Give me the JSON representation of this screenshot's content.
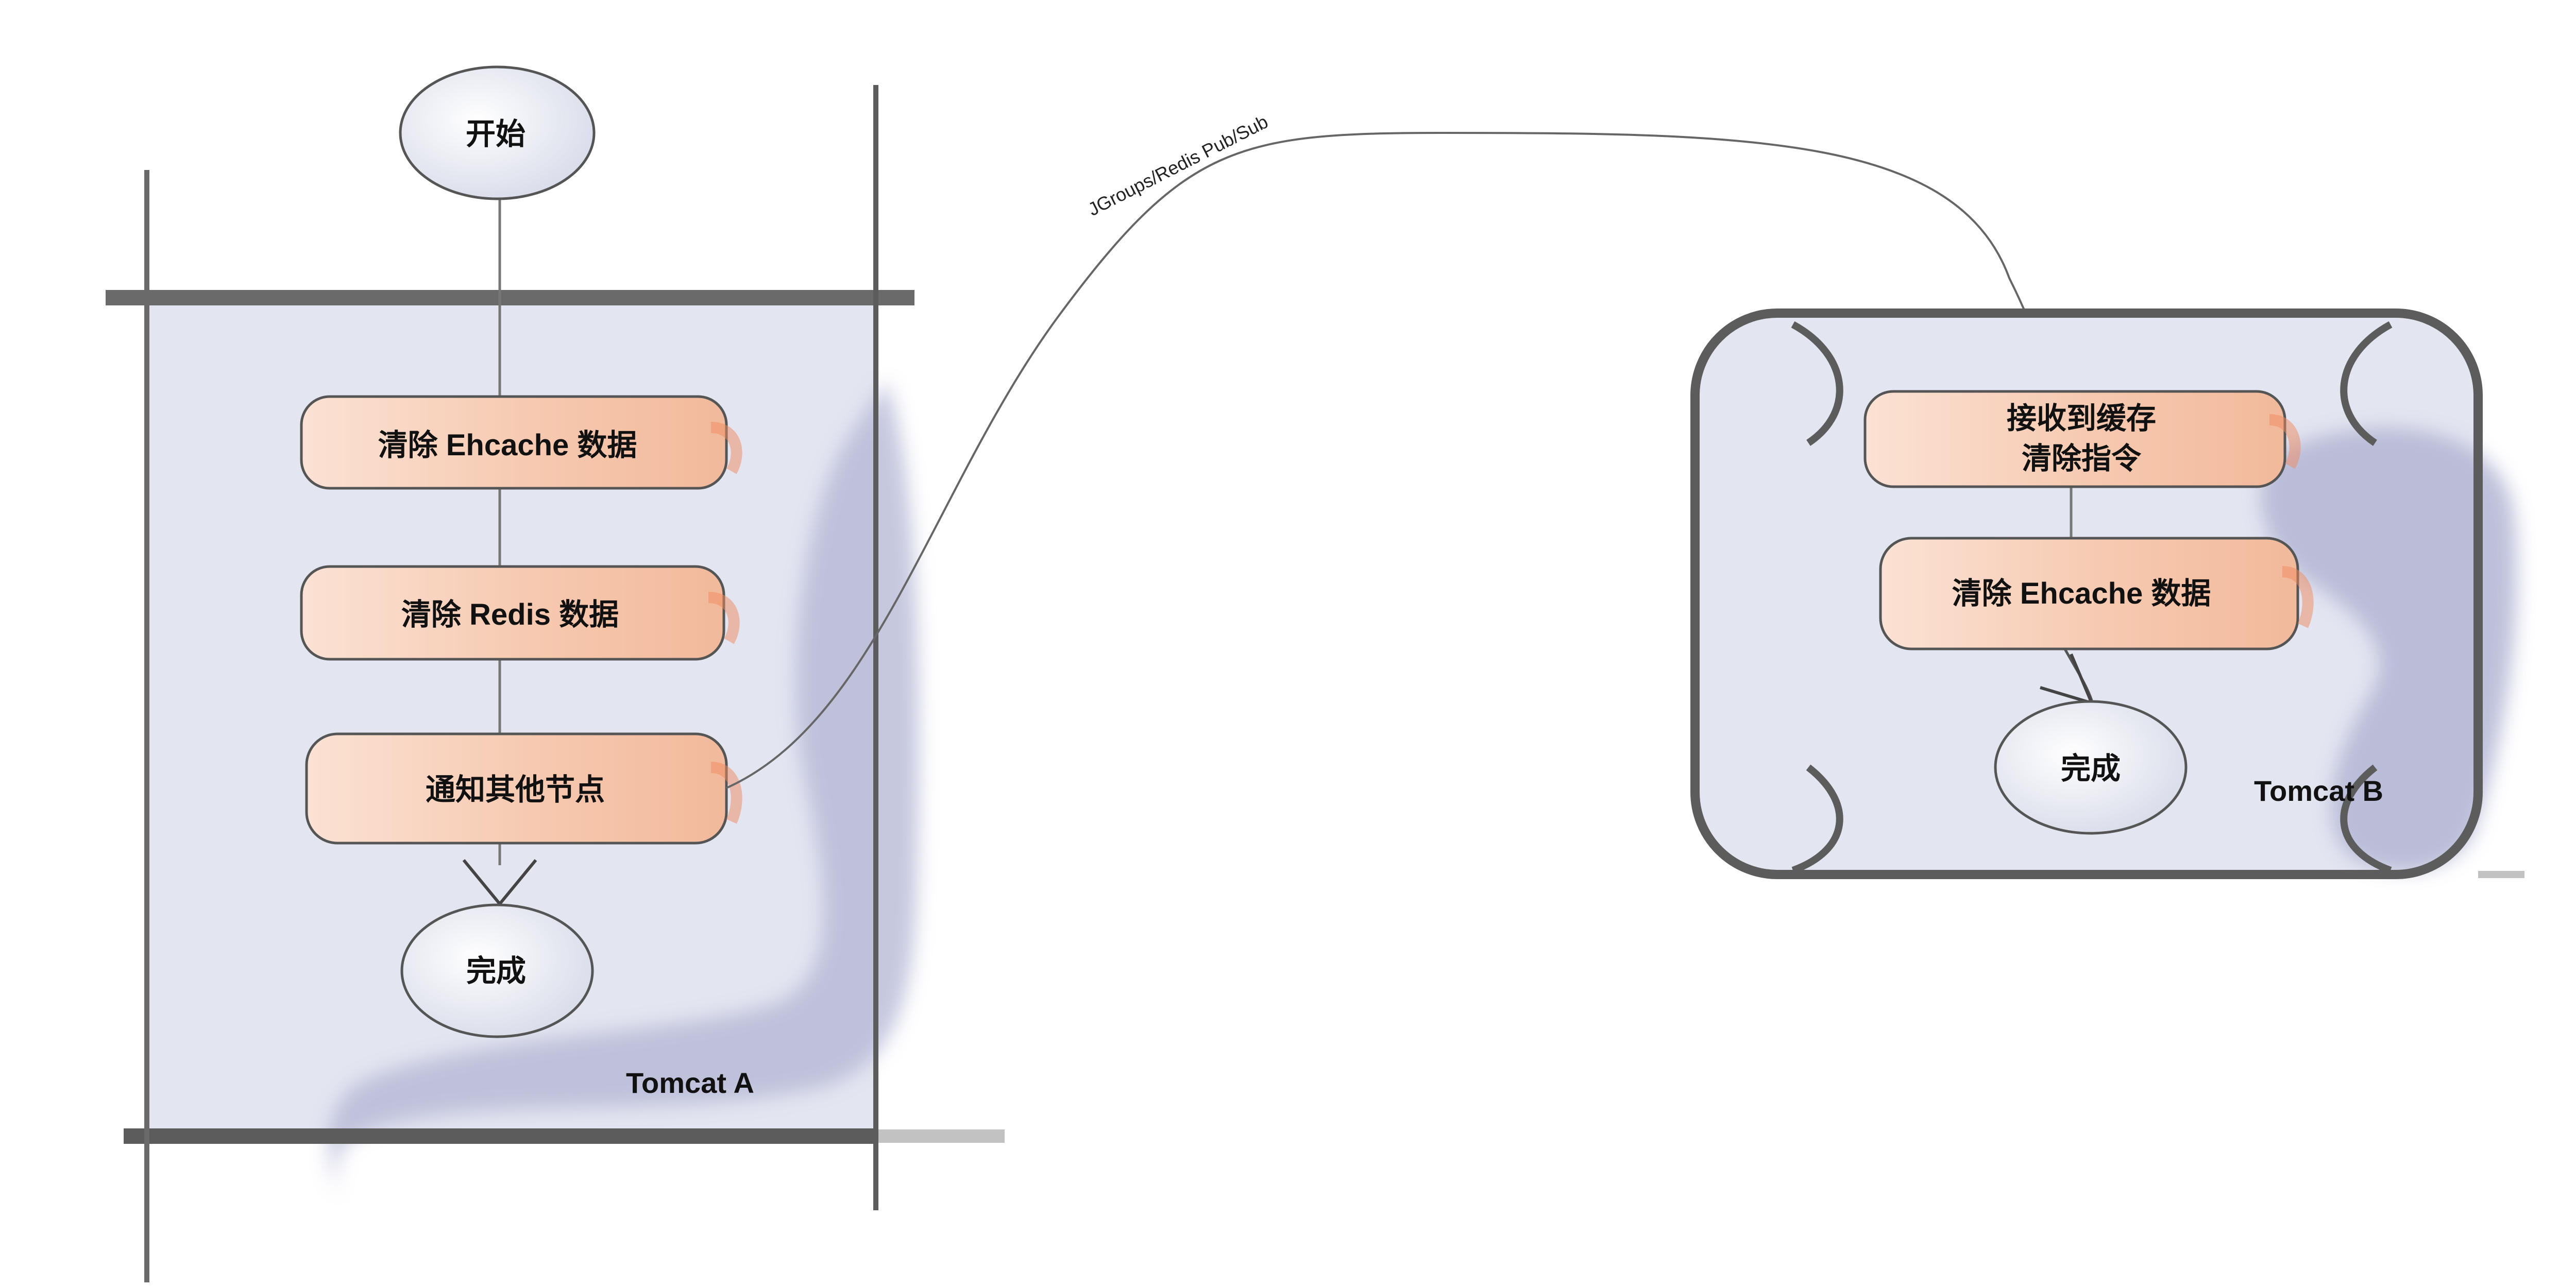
{
  "tomcat_a": {
    "label": "Tomcat A",
    "start": "开始",
    "step1": "清除 Ehcache 数据",
    "step2": "清除 Redis 数据",
    "step3": "通知其他节点",
    "end": "完成"
  },
  "tomcat_b": {
    "label": "Tomcat B",
    "step1_line1": "接收到缓存",
    "step1_line2": "清除指令",
    "step2": "清除 Ehcache 数据",
    "end": "完成"
  },
  "connector": {
    "label": "JGroups/Redis Pub/Sub"
  },
  "colors": {
    "box_fill": "#e3e5f0",
    "smudge": "#b3b6d4",
    "frame": "#5c5c5c",
    "step_fill": "#f6cbb3",
    "step_stroke": "#555555",
    "node_fill": "#eceef6",
    "line": "#666666"
  }
}
